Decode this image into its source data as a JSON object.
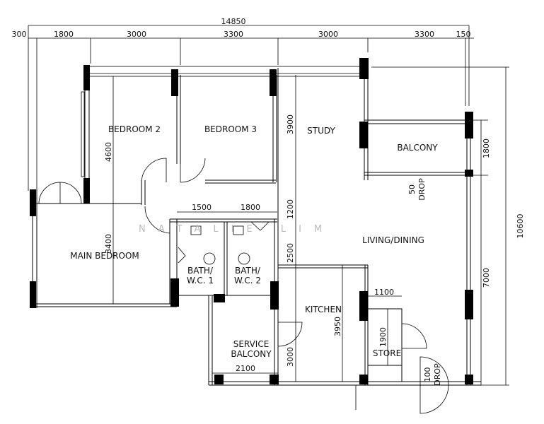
{
  "watermark": "NATALIE LIM",
  "overall_width": "14850",
  "top_dimensions": [
    "300",
    "1800",
    "3000",
    "3300",
    "3000",
    "3300",
    "150"
  ],
  "rooms": {
    "bedroom2": "BEDROOM 2",
    "bedroom3": "BEDROOM 3",
    "study": "STUDY",
    "balcony": "BALCONY",
    "main_bedroom": "MAIN BEDROOM",
    "living_dining": "LIVING/DINING",
    "bath1_a": "BATH/",
    "bath1_b": "W.C. 1",
    "bath2_a": "BATH/",
    "bath2_b": "W.C. 2",
    "kitchen": "KITCHEN",
    "service_balcony_a": "SERVICE",
    "service_balcony_b": "BALCONY",
    "store": "STORE"
  },
  "dimensions": {
    "bedroom2_depth": "4600",
    "main_bedroom_depth": "3400",
    "study_depth": "3900",
    "corridor": "1200",
    "bath_depth": "2500",
    "service_depth": "3000",
    "kitchen_depth": "3950",
    "store_depth": "1900",
    "bath1_width": "1500",
    "bath2_width": "1800",
    "store_width": "1100",
    "service_width": "2100",
    "balcony_depth": "1800",
    "living_depth": "7000",
    "overall_depth": "10600"
  },
  "notes": {
    "balcony_drop_a": "50",
    "balcony_drop_b": "DROP",
    "entry_drop_a": "100",
    "entry_drop_b": "DROP"
  }
}
